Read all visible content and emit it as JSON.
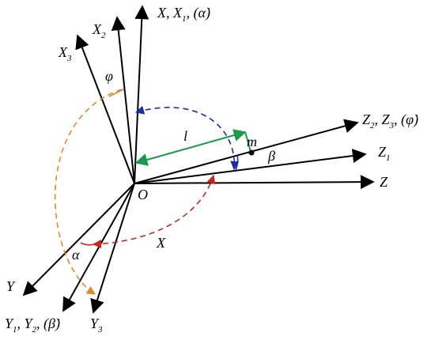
{
  "diagram": {
    "axes": [
      {
        "id": "x-vertical",
        "text": "X, X",
        "subscript": "1",
        "suffix": ", (α̇)"
      },
      {
        "id": "x2",
        "text": "X",
        "subscript": "2"
      },
      {
        "id": "x3",
        "text": "X",
        "subscript": "3"
      },
      {
        "id": "z23",
        "text": "Z",
        "subscript": "2",
        "mid": ", Z",
        "subscript2": "3",
        "suffix": ", (φ̇)"
      },
      {
        "id": "z1",
        "text": "Z",
        "subscript": "1"
      },
      {
        "id": "z",
        "text": "Z"
      },
      {
        "id": "y",
        "text": "Y"
      },
      {
        "id": "y12",
        "text": "Y",
        "subscript": "1",
        "mid": ", Y",
        "subscript2": "2",
        "suffix": ", (β̇)"
      },
      {
        "id": "y3",
        "text": "Y",
        "subscript": "3"
      }
    ],
    "origin_label": "O",
    "point_label": "m",
    "length_label": "l",
    "angle_labels": {
      "phi": "φ",
      "alpha": "α",
      "beta": "β"
    },
    "arc_label": "X",
    "colors": {
      "axis": "#000000",
      "rod": "#1a9a4a",
      "arc_blue": "#1f2aa8",
      "arc_orange": "#e08a2a",
      "arc_red": "#c8261e",
      "point": "#000000"
    }
  }
}
